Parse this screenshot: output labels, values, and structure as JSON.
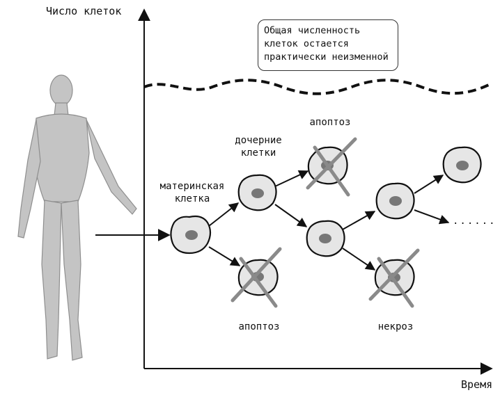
{
  "axes": {
    "y_label": "Число клеток",
    "x_label": "Время"
  },
  "note": {
    "lines": [
      "Общая численность",
      "клеток остается",
      "практически неизменной"
    ]
  },
  "labels": {
    "mother_line1": "материнская",
    "mother_line2": "клетка",
    "daughter_line1": "дочерние",
    "daughter_line2": "клетки",
    "apoptosis_top": "апоптоз",
    "apoptosis_bottom": "апоптоз",
    "necrosis": "некроз",
    "continuation": "......"
  },
  "colors": {
    "line": "#111111",
    "cell_fill": "#e6e6e6",
    "nucleus": "#777777",
    "cross": "#8a8a8a",
    "body": "#bdbdbd"
  }
}
